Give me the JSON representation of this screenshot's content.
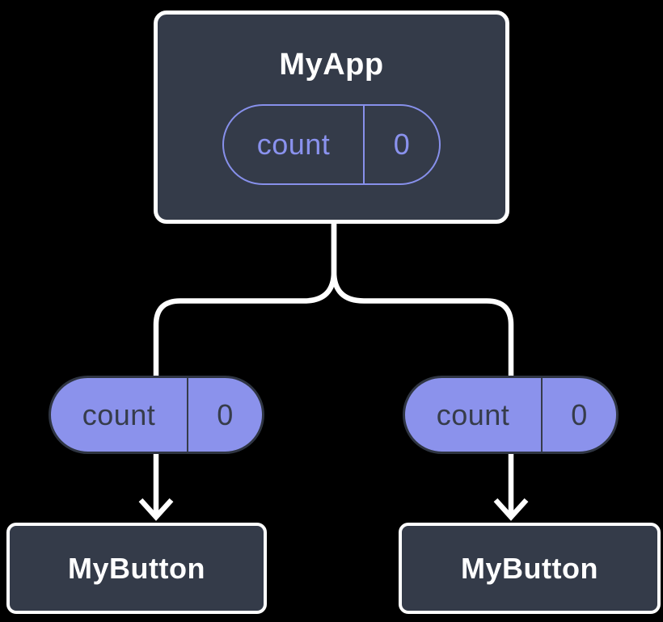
{
  "diagram": {
    "description": "Component tree: MyApp holds count state, passed down to two MyButton children",
    "root_node": {
      "title": "MyApp",
      "pill": {
        "label": "count",
        "value": "0"
      }
    },
    "left_branch": {
      "pill": {
        "label": "count",
        "value": "0"
      },
      "child": {
        "title": "MyButton"
      }
    },
    "right_branch": {
      "pill": {
        "label": "count",
        "value": "0"
      },
      "child": {
        "title": "MyButton"
      }
    },
    "colors": {
      "background": "#000000",
      "node_fill": "#343B49",
      "node_border": "#FFFFFF",
      "node_text": "#FFFFFF",
      "pill_outline_purple": "#8790EB",
      "pill_outline_text": "#8A92EE",
      "pill_fill_purple": "#8B92EC",
      "pill_dark_text": "#363C4A",
      "connector": "#FFFFFF"
    }
  }
}
